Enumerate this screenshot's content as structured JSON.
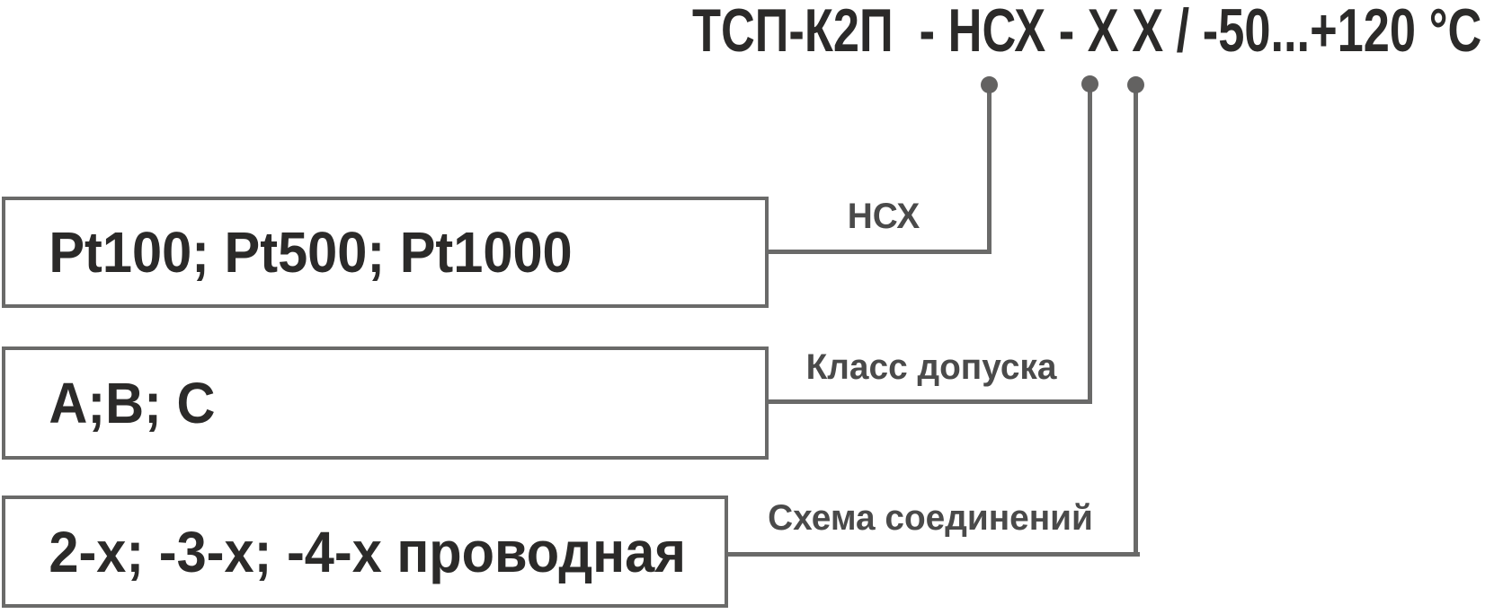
{
  "title": "ТСП-К2П  - НСХ - Х Х / -50...+120 °С",
  "legend": [
    {
      "options": "Pt100; Pt500; Pt1000",
      "param": "НСХ"
    },
    {
      "options": "А;В; С",
      "param": "Класс допуска"
    },
    {
      "options": "2-х; -3-х; -4-х проводная",
      "param": "Схема соединений"
    }
  ],
  "colors": {
    "code_text": "#2b2a29",
    "box_text": "#2b2a29",
    "box_border": "#6a6a69",
    "connector_line": "#6a6a69",
    "connector_dot": "#636261",
    "param_label": "#4a4a4a",
    "background": "#ffffff"
  }
}
